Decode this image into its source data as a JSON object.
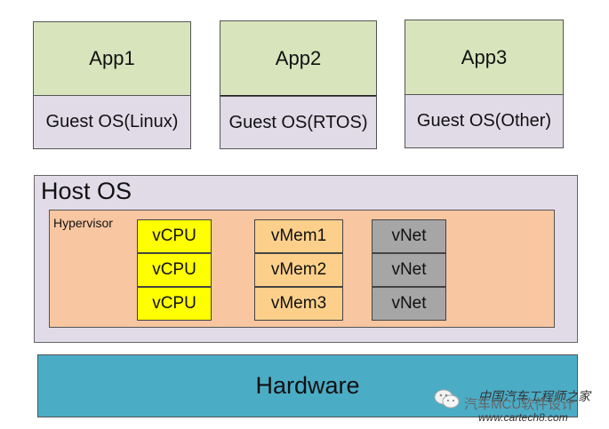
{
  "vms": [
    {
      "app": "App1",
      "os": "Guest OS(Linux)"
    },
    {
      "app": "App2",
      "os": "Guest OS(RTOS)"
    },
    {
      "app": "App3",
      "os": "Guest OS(Other)"
    }
  ],
  "host": {
    "title": "Host OS"
  },
  "hypervisor": {
    "title": "Hypervisor",
    "cpus": [
      "vCPU",
      "vCPU",
      "vCPU"
    ],
    "mems": [
      "vMem1",
      "vMem2",
      "vMem3"
    ],
    "nets": [
      "vNet",
      "vNet",
      "vNet"
    ]
  },
  "hardware": {
    "label": "Hardware"
  },
  "watermark": {
    "line1": "中国汽车工程师之家",
    "line2": "汽车MCU软件设计",
    "line3": "www.cartech8.com"
  },
  "colors": {
    "app": "#d8e4bc",
    "guest_os": "#e1dbe8",
    "host_os": "#e1dbe8",
    "hypervisor": "#f8c6a0",
    "vcpu": "#ffff00",
    "vmem": "#fcd08b",
    "vnet": "#a6a6a6",
    "hardware": "#4bacc6"
  }
}
